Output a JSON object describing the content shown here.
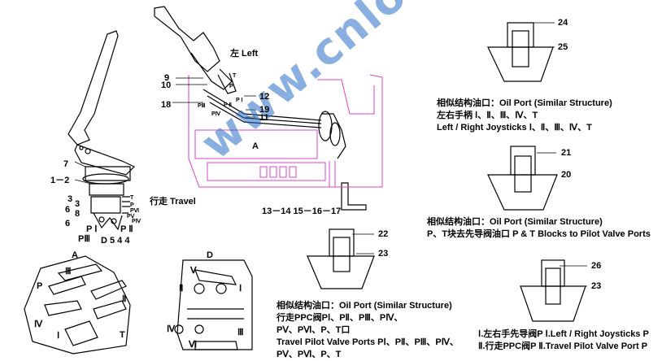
{
  "labels": {
    "left_title": "左 Left",
    "travel_title": "行走 Travel",
    "p9": "9",
    "p10": "10",
    "p12": "12",
    "p18": "18",
    "p19": "19",
    "p11": "11",
    "pA_mid": "A",
    "pT_top": "T",
    "pP_top": "P",
    "pPI_top": "P Ⅰ",
    "pPII_top": "P Ⅱ",
    "pPIII_top": "PⅢ",
    "pPIV_top": "PⅣ",
    "p7": "7",
    "p1_2": "1－2",
    "p3a": "3",
    "p3b": "3",
    "p6a": "6",
    "p8": "8",
    "p6b": "6",
    "tT": "T",
    "tP": "P",
    "tPVI": "PⅥ",
    "tPV": "PⅤ",
    "tPIV": "PⅣ",
    "tPI": "P Ⅰ",
    "tPIII": "PⅢ",
    "tPII": "P Ⅱ",
    "bottom_nums": "D  5 4  4",
    "row_13_17": "13－14  15－16－17",
    "detailA": "A",
    "detailD": "D",
    "a_III": "Ⅲ",
    "a_P": "P",
    "a_II": "Ⅱ",
    "a_IV": "Ⅳ",
    "a_I": "Ⅰ",
    "a_T": "T",
    "d_V": "Ⅴ",
    "d_II": "Ⅱ",
    "d_I": "Ⅰ",
    "d_IV": "Ⅳ",
    "d_III": "Ⅲ",
    "d_VI": "Ⅵ",
    "n24": "24",
    "n25": "25",
    "n21": "21",
    "n20": "20",
    "n22": "22",
    "n23a": "23",
    "n26": "26",
    "n23b": "23"
  },
  "notes": {
    "note1_l1": "相似结构油口：Oil Port (Similar Structure)",
    "note1_l2": "左右手柄 Ⅰ、Ⅱ、Ⅲ、Ⅳ、T",
    "note1_l3": "Left / Right Joysticks  Ⅰ、Ⅱ、Ⅲ、Ⅳ、T",
    "note2_l1": "相似结构油口：Oil Port (Similar Structure)",
    "note2_l2": "P、T块去先导阀油口  P & T Blocks to Pilot Valve Ports",
    "note3_l1": "相似结构油口：Oil Port (Similar Structure)",
    "note3_l2": "行走PPC阀PⅠ、PⅡ、PⅢ、PⅣ、",
    "note3_l3": "PⅤ、PⅥ、P、T口",
    "note3_l4": "Travel Pilot Valve Ports PⅠ、PⅡ、PⅢ、PⅣ、",
    "note3_l5": "PⅤ、PⅥ、P、T",
    "legend_l1": "Ⅰ.左右手先导阀P Ⅰ.Left / Right Joysticks P",
    "legend_l2": "Ⅱ.行走PPC阀P Ⅱ.Travel Pilot Valve Port P"
  },
  "watermark": "www.cnloader.com",
  "colors": {
    "line": "#000000",
    "pink": "#e040c8",
    "watermark": "#286ec8"
  }
}
